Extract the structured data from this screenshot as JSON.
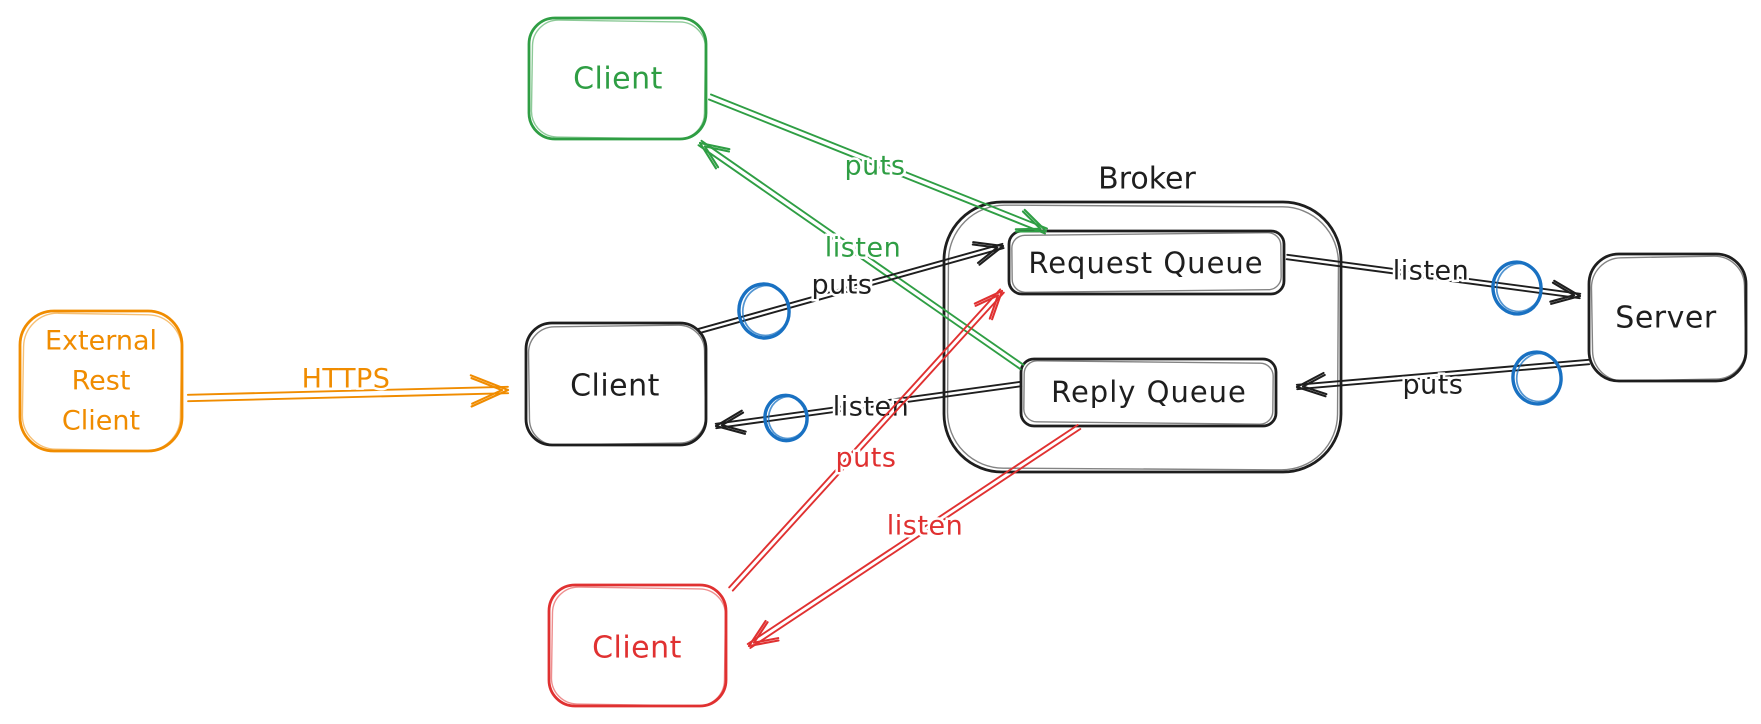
{
  "diagram_title": "Broker request-reply messaging diagram",
  "palette": {
    "green": "#2f9e44",
    "red": "#e03131",
    "orange": "#f08c00",
    "blue": "#1971c2",
    "ink": "#1e1e1e",
    "background": "#ffffff"
  },
  "boxes": {
    "client_top": {
      "label": "Client",
      "color": "green"
    },
    "client_middle": {
      "label": "Client",
      "color": "black"
    },
    "client_bottom": {
      "label": "Client",
      "color": "red"
    },
    "external_rest_client": {
      "lines": [
        "External",
        "Rest",
        "Client"
      ],
      "color": "orange"
    },
    "server": {
      "label": "Server",
      "color": "black"
    },
    "broker": {
      "label": "Broker",
      "color": "black"
    },
    "request_queue": {
      "label": "Request Queue"
    },
    "reply_queue": {
      "label": "Reply Queue"
    }
  },
  "labels": {
    "green_puts": "puts",
    "green_listen": "listen",
    "puts_left": "puts",
    "listen_left": "listen",
    "red_puts": "puts",
    "red_listen": "listen",
    "https": "HTTPS",
    "listen_right": "listen",
    "puts_right": "puts"
  }
}
